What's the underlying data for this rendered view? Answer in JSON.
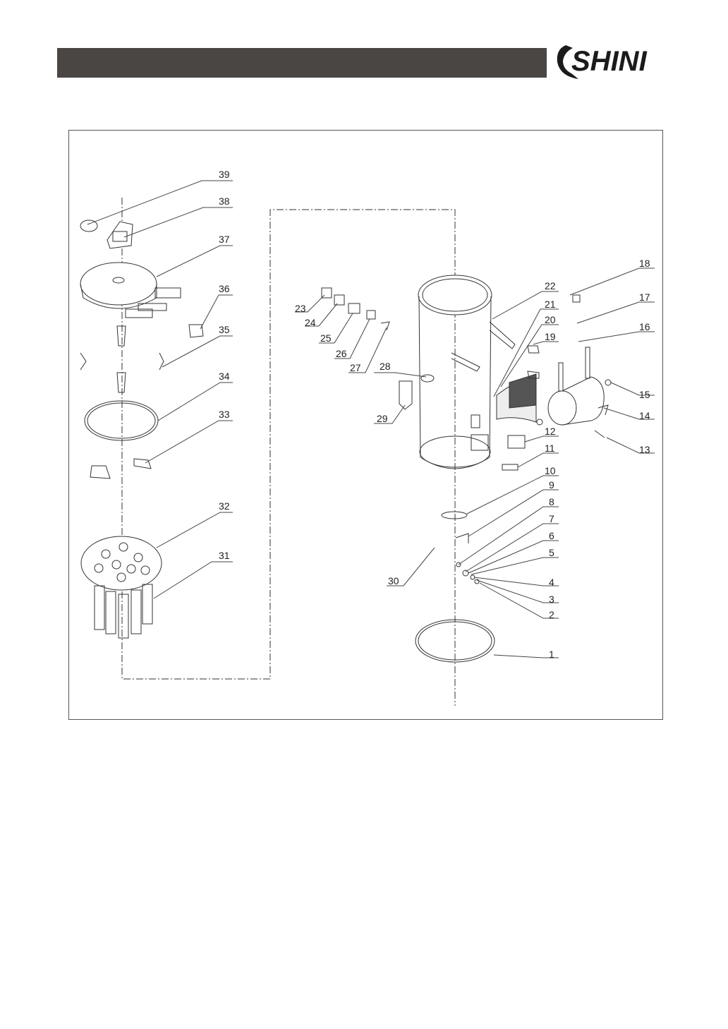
{
  "brand": {
    "name": "SHINI",
    "color": "#1b1b1b",
    "header_color": "#4a4644"
  },
  "diagram": {
    "callouts": [
      "1",
      "2",
      "3",
      "4",
      "5",
      "6",
      "7",
      "8",
      "9",
      "10",
      "11",
      "12",
      "13",
      "14",
      "15",
      "16",
      "17",
      "18",
      "19",
      "20",
      "21",
      "22",
      "23",
      "24",
      "25",
      "26",
      "27",
      "28",
      "29",
      "30",
      "31",
      "32",
      "33",
      "34",
      "35",
      "36",
      "37",
      "38",
      "39"
    ]
  }
}
